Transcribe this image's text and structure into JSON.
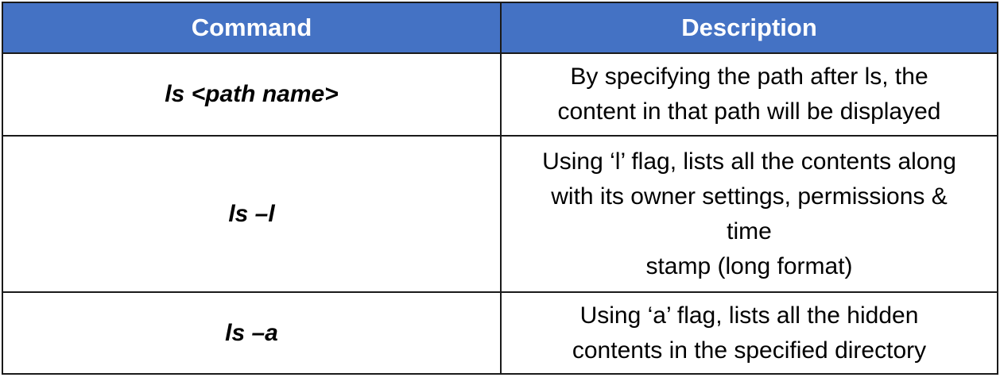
{
  "table": {
    "headers": {
      "command": "Command",
      "description": "Description"
    },
    "rows": [
      {
        "command": "ls <path name>",
        "description": "By specifying the path after ls, the\ncontent in that path will be displayed"
      },
      {
        "command": "ls –l",
        "description": "Using ‘l’ flag, lists all the contents along\nwith its owner settings, permissions &\ntime\nstamp (long format)"
      },
      {
        "command": "ls –a",
        "description": "Using ‘a’ flag, lists all the hidden\ncontents in the specified directory"
      }
    ]
  },
  "colors": {
    "header_background": "#4472c4",
    "header_text": "#ffffff",
    "border": "#1a1a1a"
  }
}
